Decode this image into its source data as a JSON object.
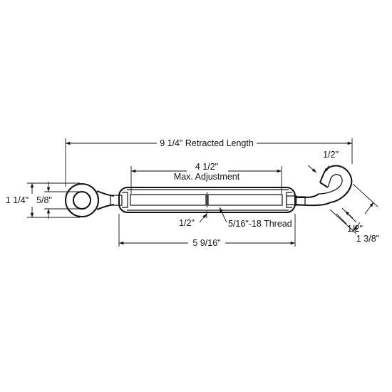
{
  "dimensions": {
    "retracted_length": "9 1/4\" Retracted Length",
    "max_adjust_value": "4 1/2\"",
    "max_adjust_label": "Max. Adjustment",
    "eye_outer": "1 1/4\"",
    "eye_inner": "5/8\"",
    "body_length": "5 9/16\"",
    "thread_dia": "1/2\"",
    "thread_spec": "5/16\"-18 Thread",
    "hook_opening": "1/2\"",
    "hook_throat": "1/2\"",
    "hook_length": "1 3/8\""
  },
  "colors": {
    "line": "#111111",
    "background": "#ffffff"
  }
}
